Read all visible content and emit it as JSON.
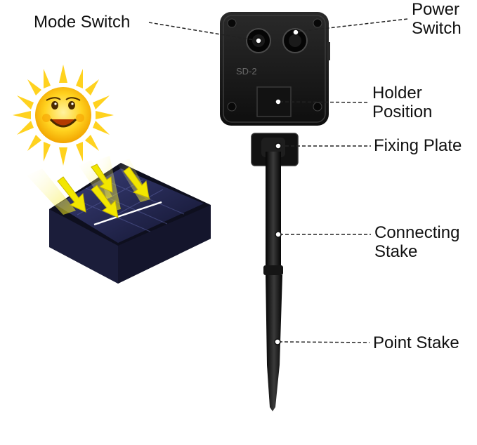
{
  "labels": {
    "mode_switch": "Mode Switch",
    "power_switch": "Power\nSwitch",
    "holder_position": "Holder\nPosition",
    "fixing_plate": "Fixing Plate",
    "connecting_stake": "Connecting\nStake",
    "point_stake": "Point Stake"
  },
  "device_marking": "SD-2",
  "colors": {
    "sun": "#FFD21F",
    "arrow": "#F2E600",
    "panel": "#20224A",
    "plastic": "#1A1A1A",
    "leader_line": "#222222"
  },
  "icons": [
    "sun-icon",
    "solar-panel-icon",
    "arrow-icon"
  ]
}
